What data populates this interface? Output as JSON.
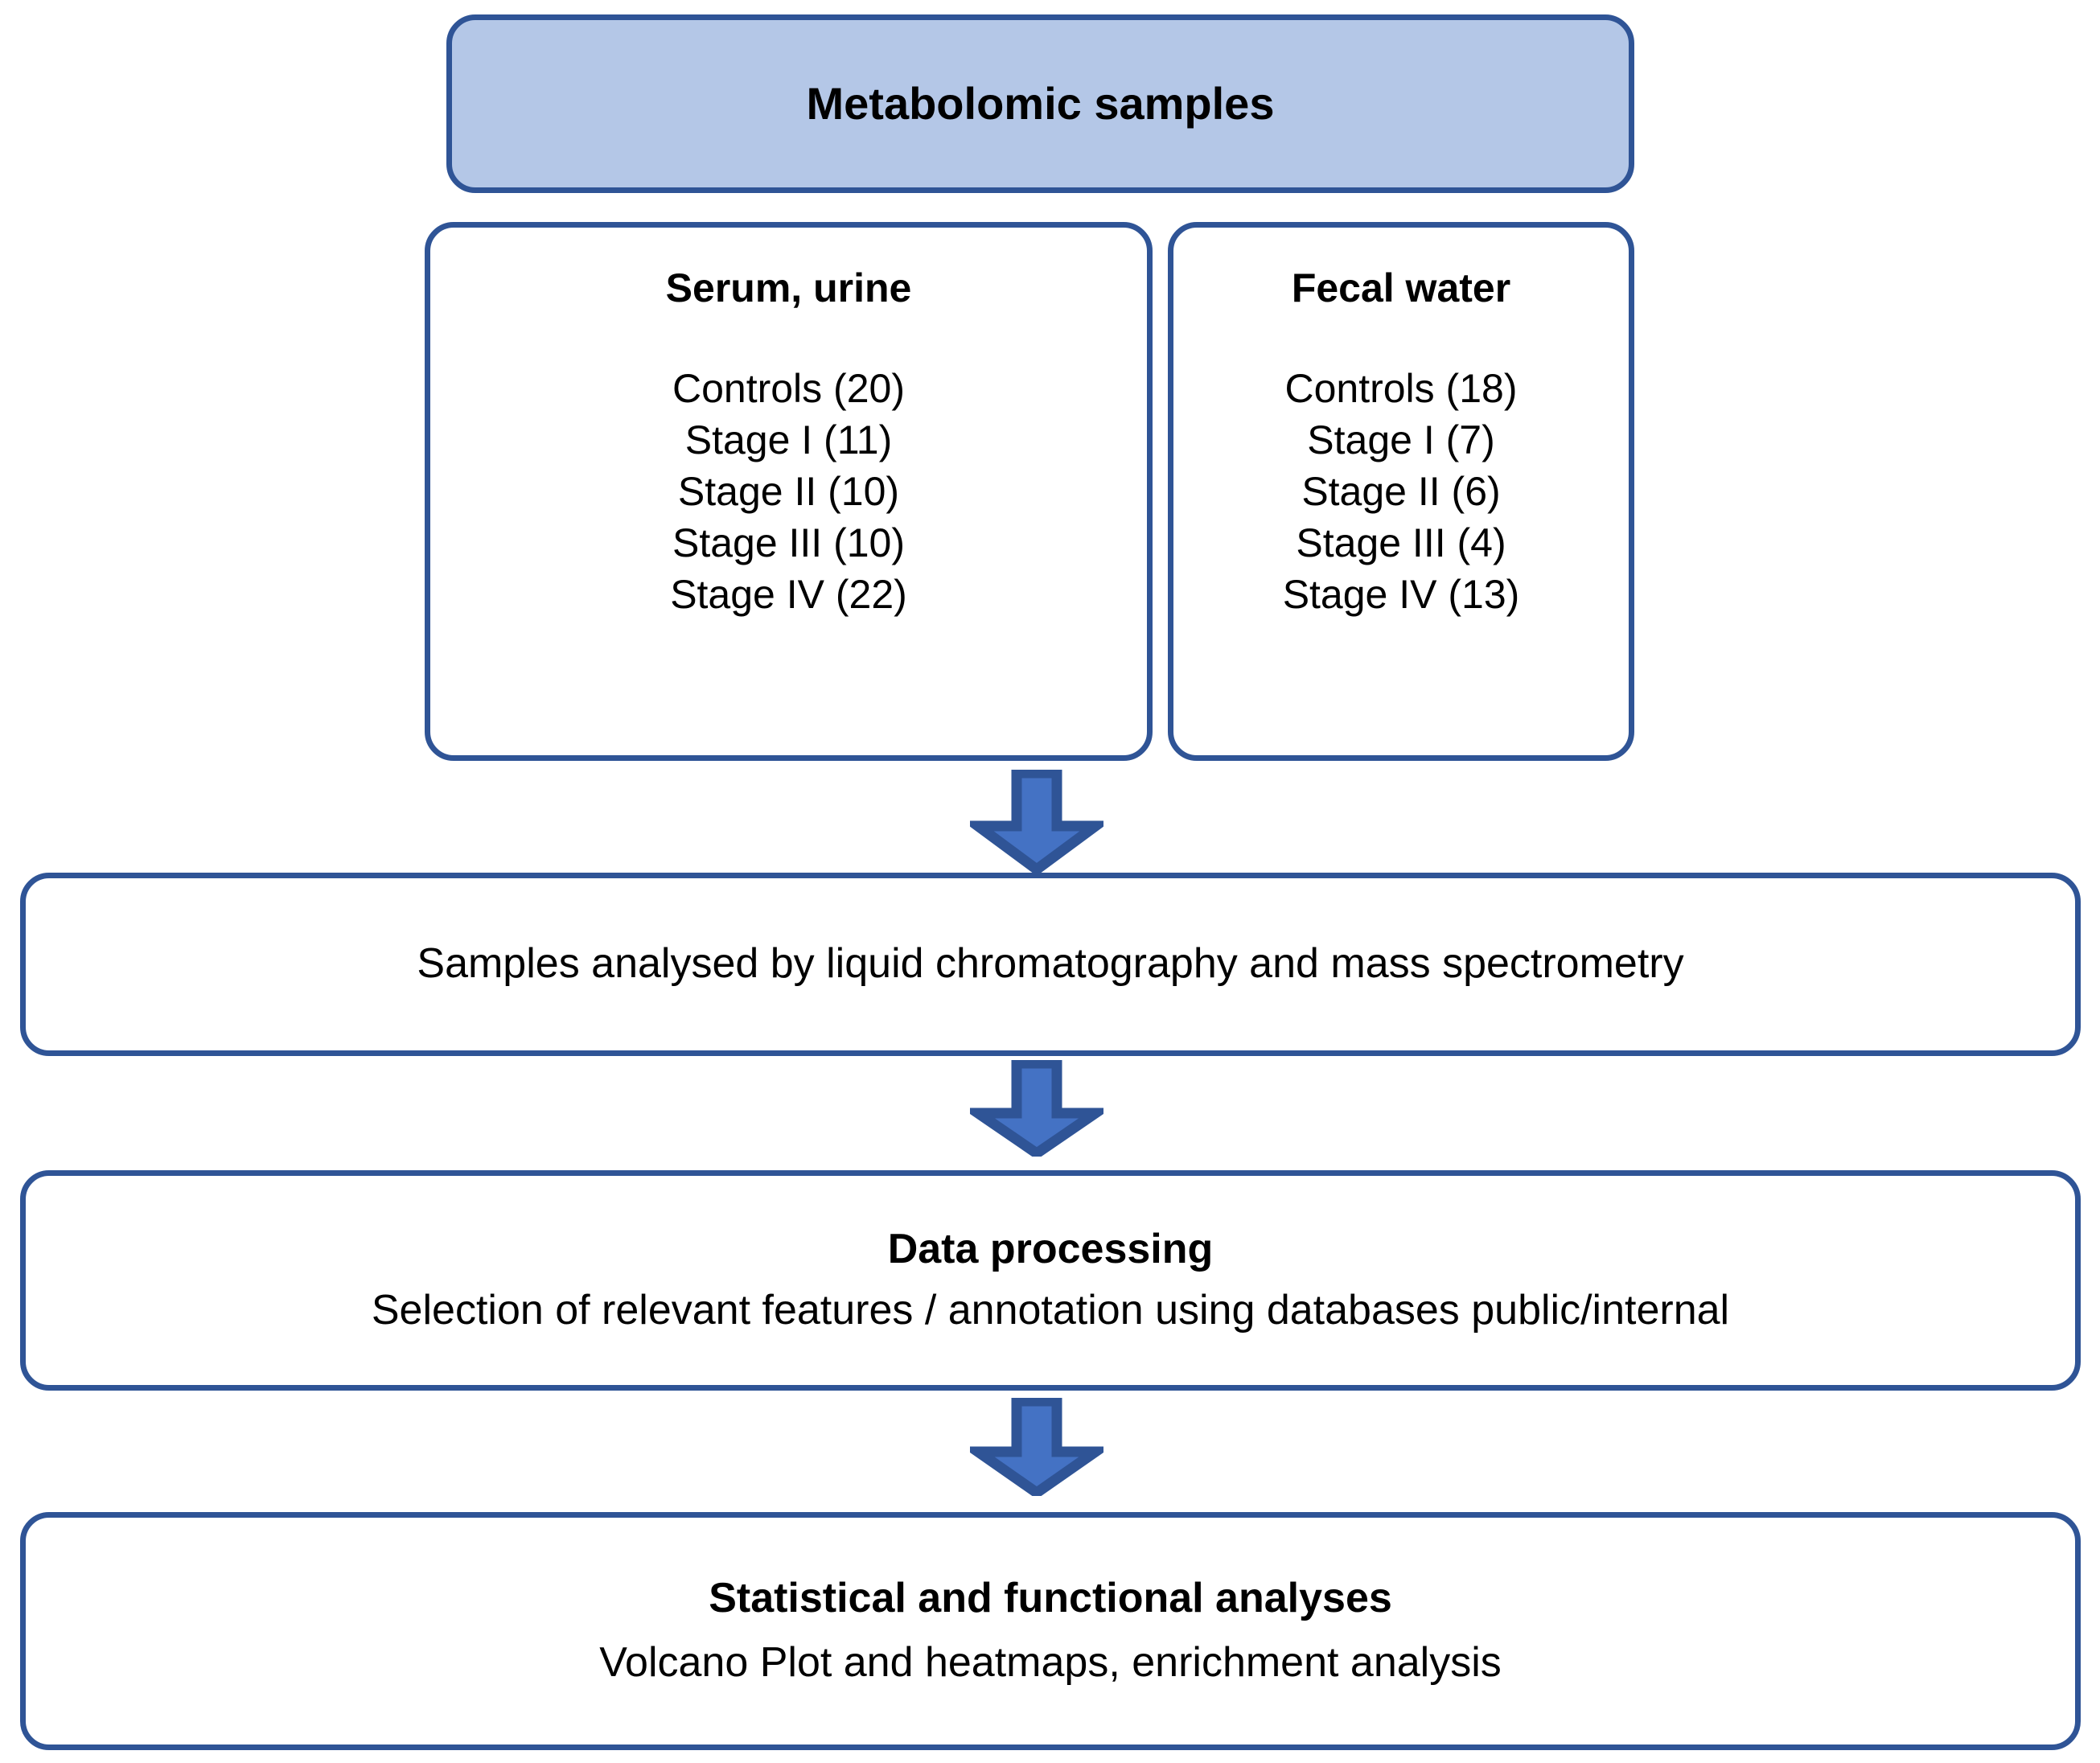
{
  "colors": {
    "border": "#2F5496",
    "header_fill": "#B4C7E7",
    "arrow_fill": "#4472C4",
    "arrow_outline": "#2F5496",
    "background": "#FFFFFF",
    "text": "#000000"
  },
  "header": {
    "title": "Metabolomic samples"
  },
  "groups": [
    {
      "name": "serum-urine",
      "title": "Serum, urine",
      "items": [
        "Controls (20)",
        "Stage I (11)",
        "Stage II (10)",
        "Stage III (10)",
        "Stage IV (22)"
      ]
    },
    {
      "name": "fecal-water",
      "title": "Fecal water",
      "items": [
        "Controls (18)",
        "Stage I (7)",
        "Stage II (6)",
        "Stage III (4)",
        "Stage IV (13)"
      ]
    }
  ],
  "steps": [
    {
      "name": "analysis",
      "title": "",
      "subtitle": "Samples analysed by liquid chromatography and mass spectrometry"
    },
    {
      "name": "processing",
      "title": "Data processing",
      "subtitle": "Selection of relevant features / annotation using databases public/internal"
    },
    {
      "name": "statistics",
      "title": "Statistical and functional analyses",
      "subtitle": "Volcano Plot and heatmaps, enrichment analysis"
    }
  ],
  "arrows": [
    {
      "name": "arrow-samples-to-analysis",
      "icon": "arrow-down-icon"
    },
    {
      "name": "arrow-analysis-to-processing",
      "icon": "arrow-down-icon"
    },
    {
      "name": "arrow-processing-to-statistics",
      "icon": "arrow-down-icon"
    }
  ]
}
